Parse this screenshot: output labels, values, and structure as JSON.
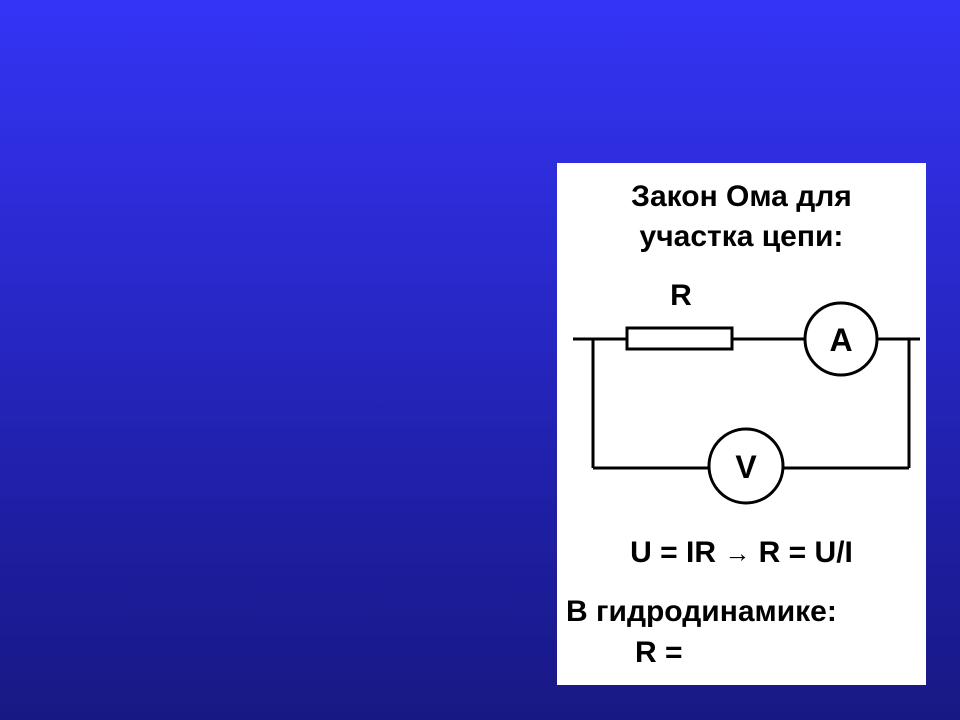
{
  "slide": {
    "background_top": "#3434f6",
    "background_bottom": "#181884",
    "panel_background": "#ffffff"
  },
  "panel": {
    "title_line1": "Закон Ома для",
    "title_line2": "участка цепи:",
    "resistor_label": "R",
    "ammeter_label": "A",
    "voltmeter_label": "V",
    "formula_part1": "U = IR",
    "arrow": "→",
    "formula_part2": "R = U/I",
    "hydro_text": "В гидродинамике:",
    "r_equals": "R ="
  }
}
